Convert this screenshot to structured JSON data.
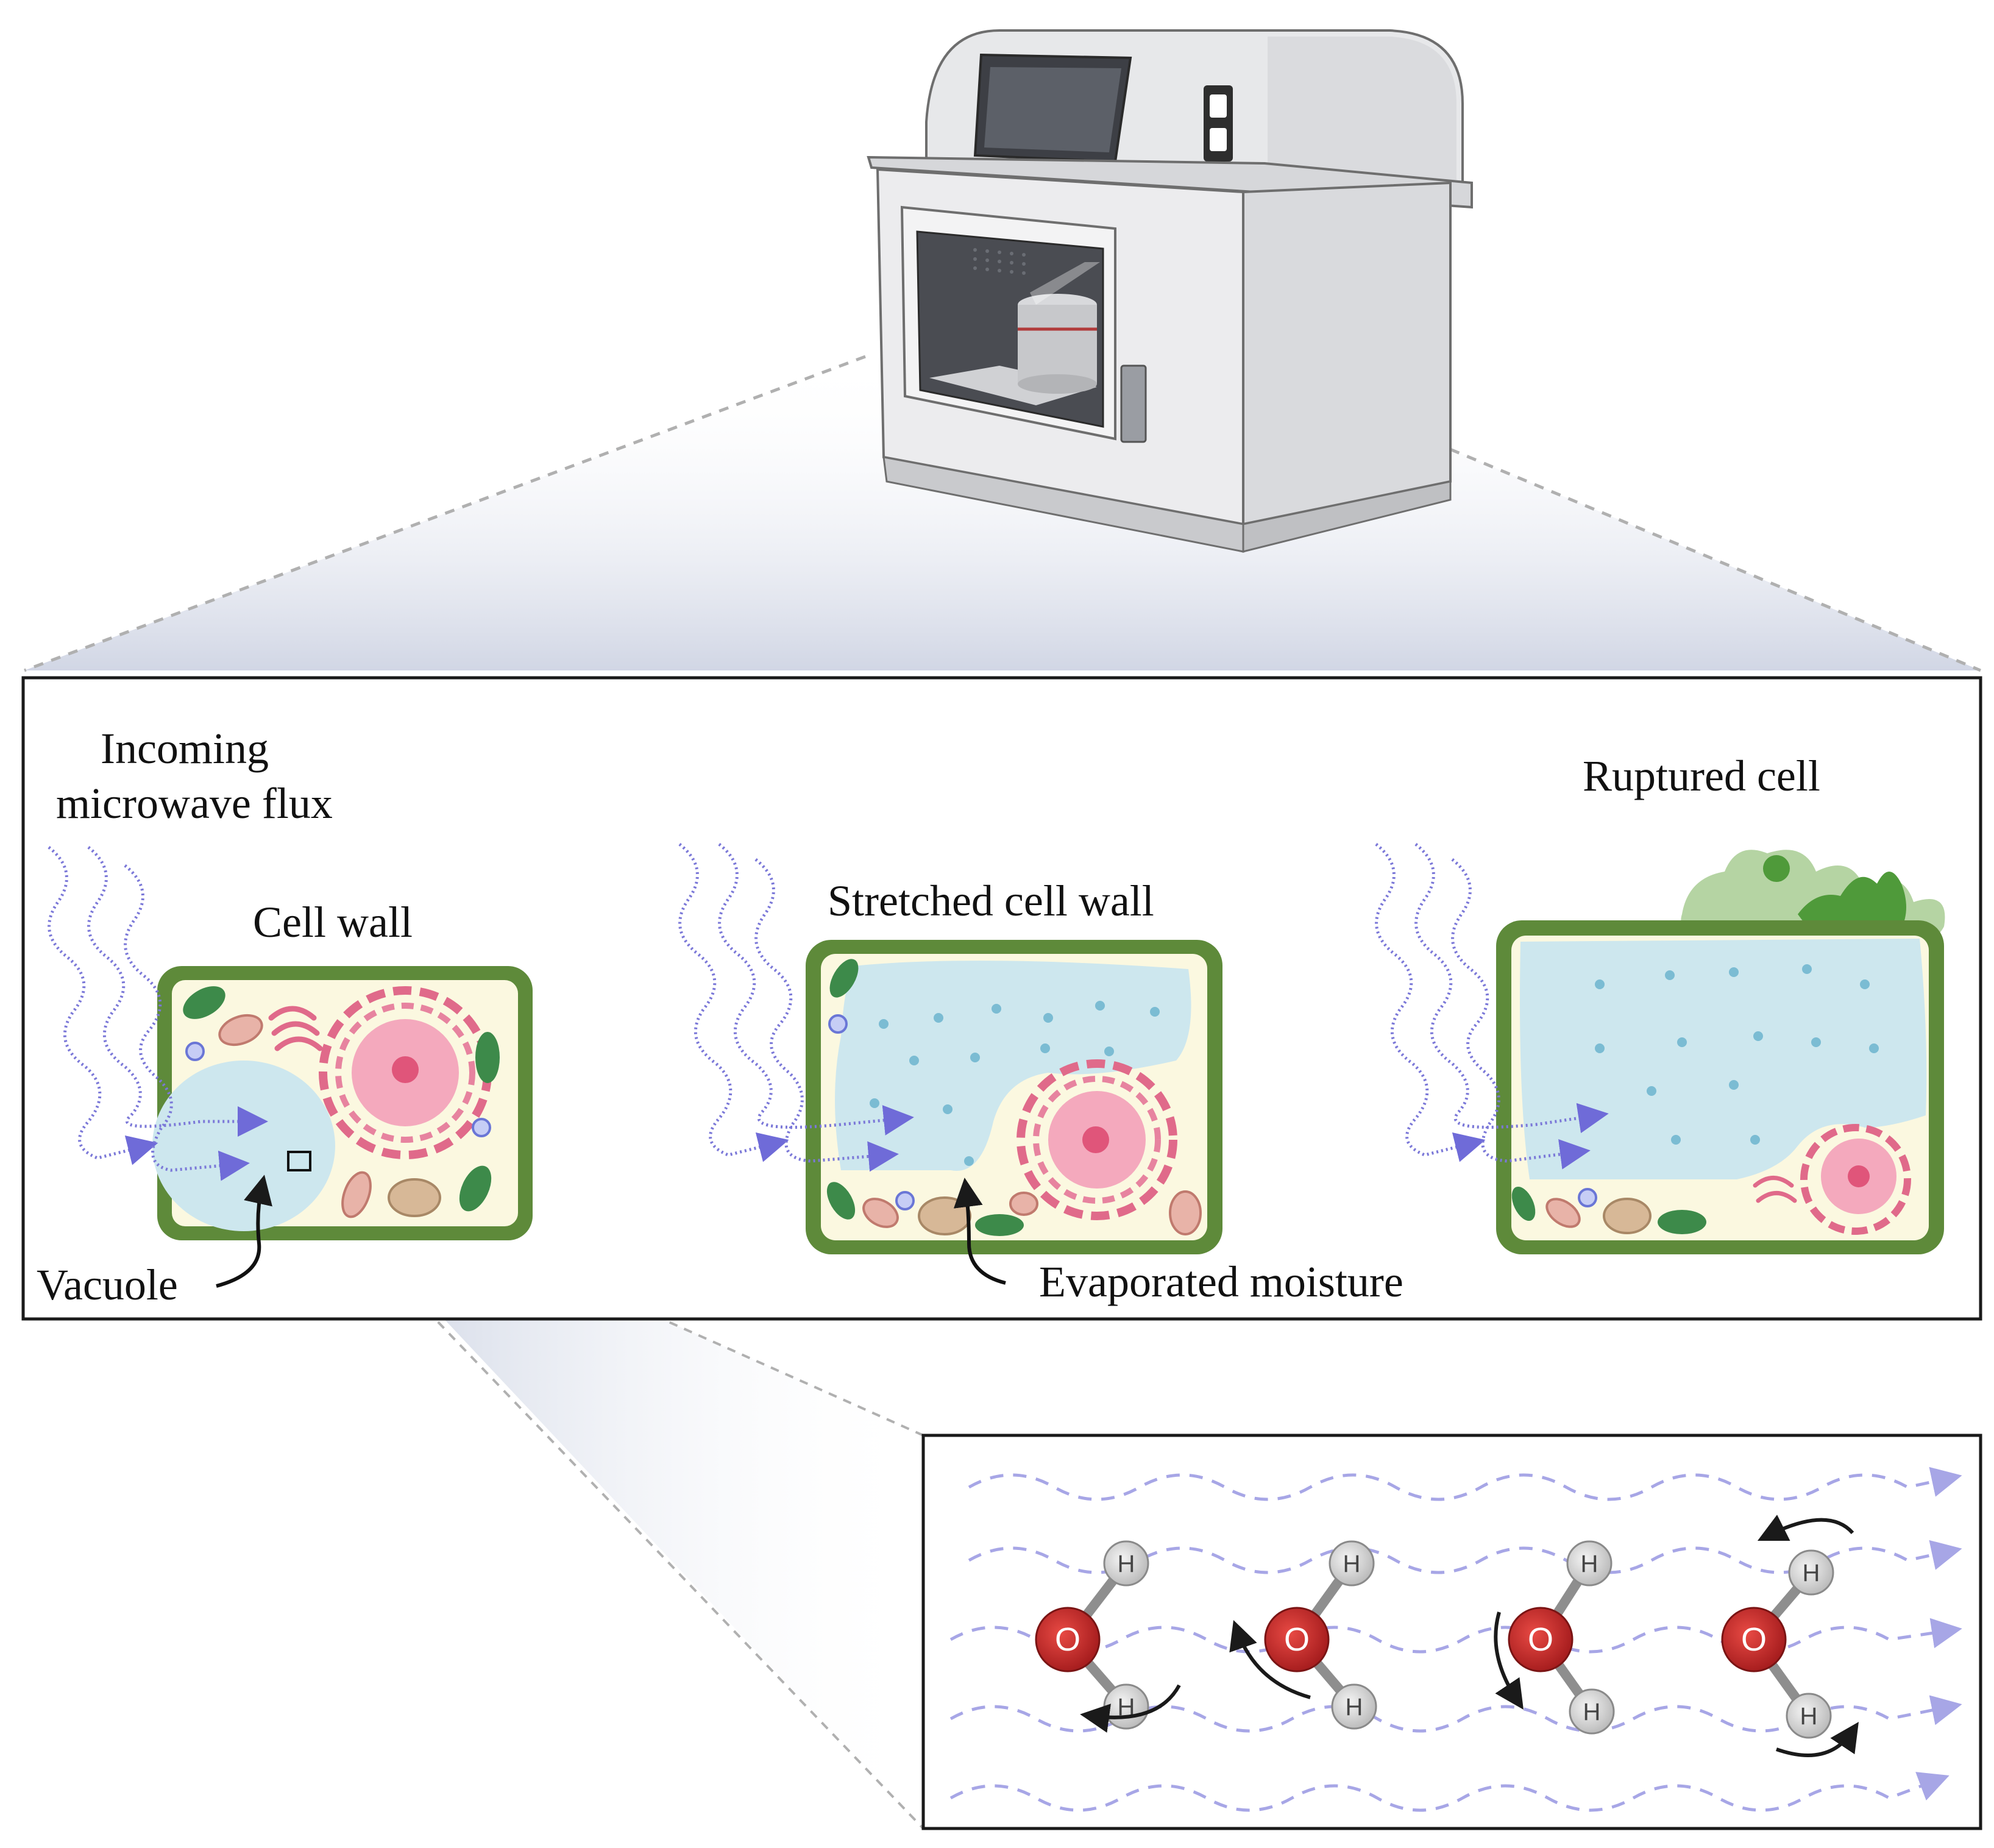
{
  "labels": {
    "incoming_flux_line1": "Incoming",
    "incoming_flux_line2": "microwave flux",
    "cell_wall": "Cell wall",
    "vacuole": "Vacuole",
    "stretched_cell_wall": "Stretched cell wall",
    "evaporated_moisture": "Evaporated moisture",
    "ruptured_cell": "Ruptured cell"
  },
  "molecule_labels": {
    "oxygen": "O",
    "hydrogen": "H"
  },
  "icons": [
    "microwave-reactor-icon",
    "plant-cell-icon",
    "water-molecule-icon",
    "microwave-wave-icon",
    "rotation-arrow-icon"
  ],
  "colors": {
    "cell_wall": "#5e8a3a",
    "cytoplasm": "#fdfbe6",
    "vacuole": "#cfe9f0",
    "nucleus": "#f29bb0",
    "wave": "#7b78d8",
    "oxygen": "#c8282a",
    "hydrogen": "#d9d9d9"
  }
}
